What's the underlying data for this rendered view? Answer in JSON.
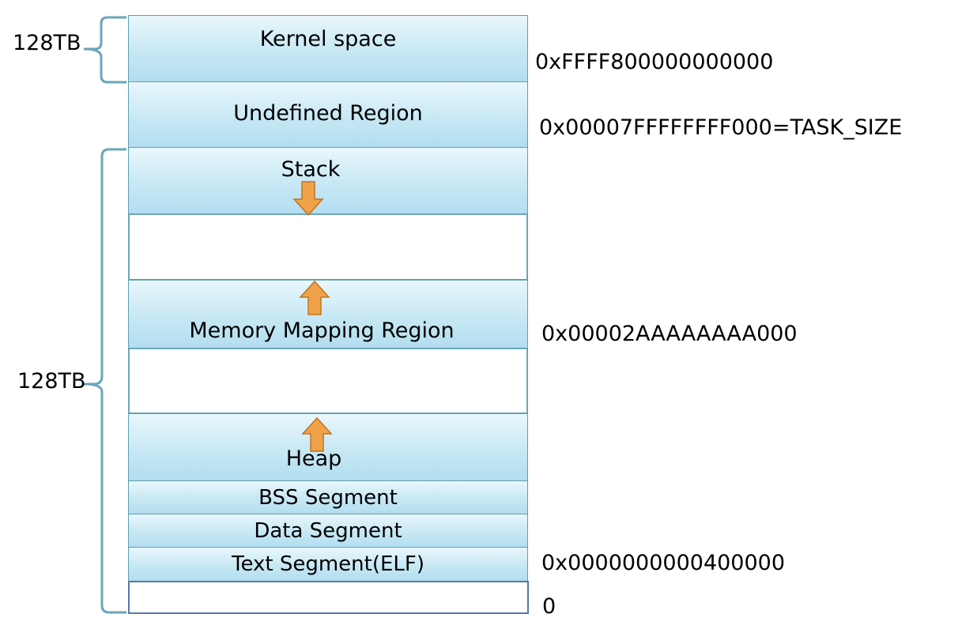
{
  "segments": {
    "kernel": "Kernel space",
    "undefined": "Undefined Region",
    "stack": "Stack",
    "mmap": "Memory Mapping Region",
    "heap": "Heap",
    "bss": "BSS Segment",
    "data": "Data Segment",
    "text": "Text Segment(ELF)"
  },
  "addresses": {
    "kernel_start": "0xFFFF800000000000",
    "task_size": "0x00007FFFFFFFF000=TASK_SIZE",
    "mmap_base": "0x00002AAAAAAAA000",
    "text_start": "0x0000000000400000",
    "zero": "0"
  },
  "sizes": {
    "kernel": "128TB",
    "user": "128TB"
  },
  "colors": {
    "segment_fill": "#c7e8f4",
    "segment_border": "#5f9fb3",
    "arrow": "#f0a24a",
    "brace": "#6aa6ba"
  },
  "icons": [
    "arrow-down-icon",
    "arrow-up-icon"
  ]
}
